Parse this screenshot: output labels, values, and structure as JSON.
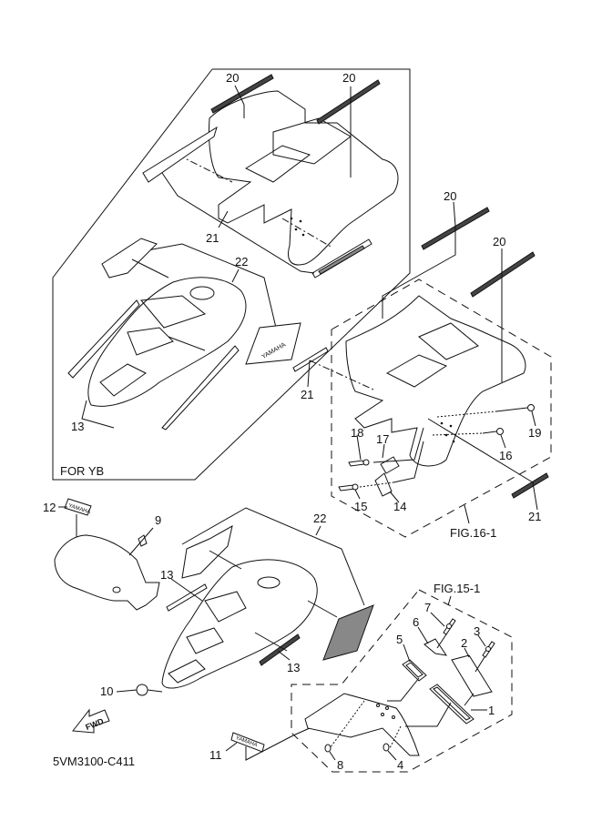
{
  "diagram": {
    "part_code": "5VM3100-C411",
    "fwd_label": "FWD",
    "yamaha_text": "YAMAHA",
    "frames": {
      "for_yb": "FOR YB",
      "fig_16": "FIG.16-1",
      "fig_15": "FIG.15-1"
    },
    "callouts": {
      "c1": "1",
      "c2": "2",
      "c3": "3",
      "c4": "4",
      "c5": "5",
      "c6": "6",
      "c7": "7",
      "c8": "8",
      "c9": "9",
      "c10": "10",
      "c11": "11",
      "c12": "12",
      "c13a": "13",
      "c13b": "13",
      "c13c": "13",
      "c14": "14",
      "c15": "15",
      "c16": "16",
      "c17": "17",
      "c18": "18",
      "c19": "19",
      "c20a": "20",
      "c20b": "20",
      "c20c": "20",
      "c20d": "20",
      "c21a": "21",
      "c21b": "21",
      "c21c": "21",
      "c22a": "22",
      "c22b": "22"
    },
    "colors": {
      "line": "#111111",
      "background": "#ffffff"
    }
  }
}
